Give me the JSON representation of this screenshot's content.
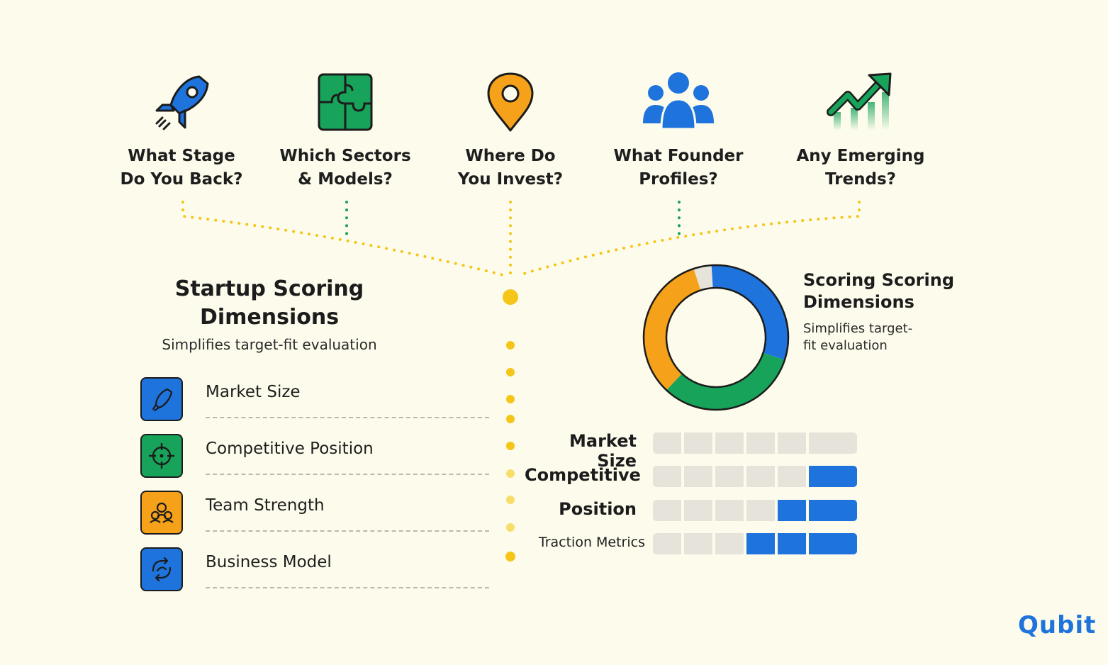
{
  "questions": [
    {
      "label": "What Stage\nDo You Back?",
      "icon": "rocket-icon"
    },
    {
      "label": "Which Sectors\n& Models?",
      "icon": "puzzle-icon"
    },
    {
      "label": "Where Do\nYou Invest?",
      "icon": "location-pin-icon"
    },
    {
      "label": "What Founder\nProfiles?",
      "icon": "people-icon"
    },
    {
      "label": "Any Emerging\nTrends?",
      "icon": "trend-arrow-icon"
    }
  ],
  "left_panel": {
    "title": "Startup Scoring\nDimensions",
    "subtitle": "Simplifies target-fit evaluation",
    "dimensions": [
      {
        "label": "Market Size",
        "icon": "rocket-outline-icon",
        "color": "#1e73dc"
      },
      {
        "label": "Competitive Position",
        "icon": "target-icon",
        "color": "#17a35a"
      },
      {
        "label": "Team Strength",
        "icon": "team-icon",
        "color": "#f5a11a"
      },
      {
        "label": "Business Model",
        "icon": "cycle-icon",
        "color": "#1e73dc"
      }
    ]
  },
  "right_panel": {
    "title": "Scoring Scoring\nDimensions",
    "subtitle": "Simplifies target-\nfit evaluation"
  },
  "donut": {
    "segments": [
      {
        "color": "#f5a11a",
        "fraction": 0.33
      },
      {
        "color": "#e6e4da",
        "fraction": 0.04
      },
      {
        "color": "#1e73dc",
        "fraction": 0.31
      },
      {
        "color": "#17a35a",
        "fraction": 0.32
      }
    ]
  },
  "bars": [
    {
      "label": "Market Size",
      "filled": 0,
      "total": 6
    },
    {
      "label": "Competitive",
      "filled": 1,
      "total": 6
    },
    {
      "label": "Position",
      "filled": 2,
      "total": 6
    },
    {
      "label": "Traction Metrics",
      "filled": 3,
      "total": 6
    }
  ],
  "brand": {
    "logo": "Qubit"
  },
  "colors": {
    "accent_blue": "#1e73dc",
    "accent_green": "#17a35a",
    "accent_orange": "#f5a11a",
    "dots_yellow": "#f5c518",
    "background": "#fdfcec"
  }
}
